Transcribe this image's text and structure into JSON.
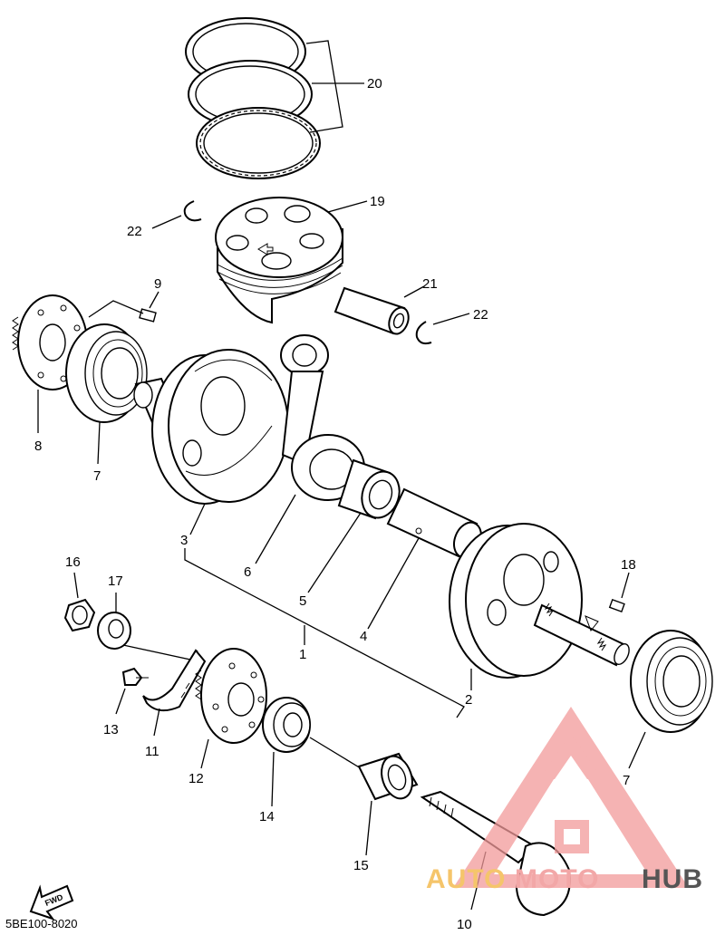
{
  "labels": {
    "l1": "1",
    "l2": "2",
    "l3": "3",
    "l4": "4",
    "l5": "5",
    "l6": "6",
    "l7a": "7",
    "l7b": "7",
    "l8": "8",
    "l9": "9",
    "l10": "10",
    "l11": "11",
    "l12": "12",
    "l13": "13",
    "l14": "14",
    "l15": "15",
    "l16": "16",
    "l17": "17",
    "l18": "18",
    "l19": "19",
    "l20": "20",
    "l21": "21",
    "l22a": "22",
    "l22b": "22"
  },
  "diagram_code": "5BE100-8020",
  "fwd_label": "FWD",
  "watermark": {
    "text_part1": "AUTO",
    "text_part2": "MOTO",
    "text_part3": "HUB",
    "colors": {
      "triangle": "#f29a9a",
      "accent1": "#f5c56b",
      "accent2": "#f2a7a7",
      "dark": "#555555"
    }
  }
}
